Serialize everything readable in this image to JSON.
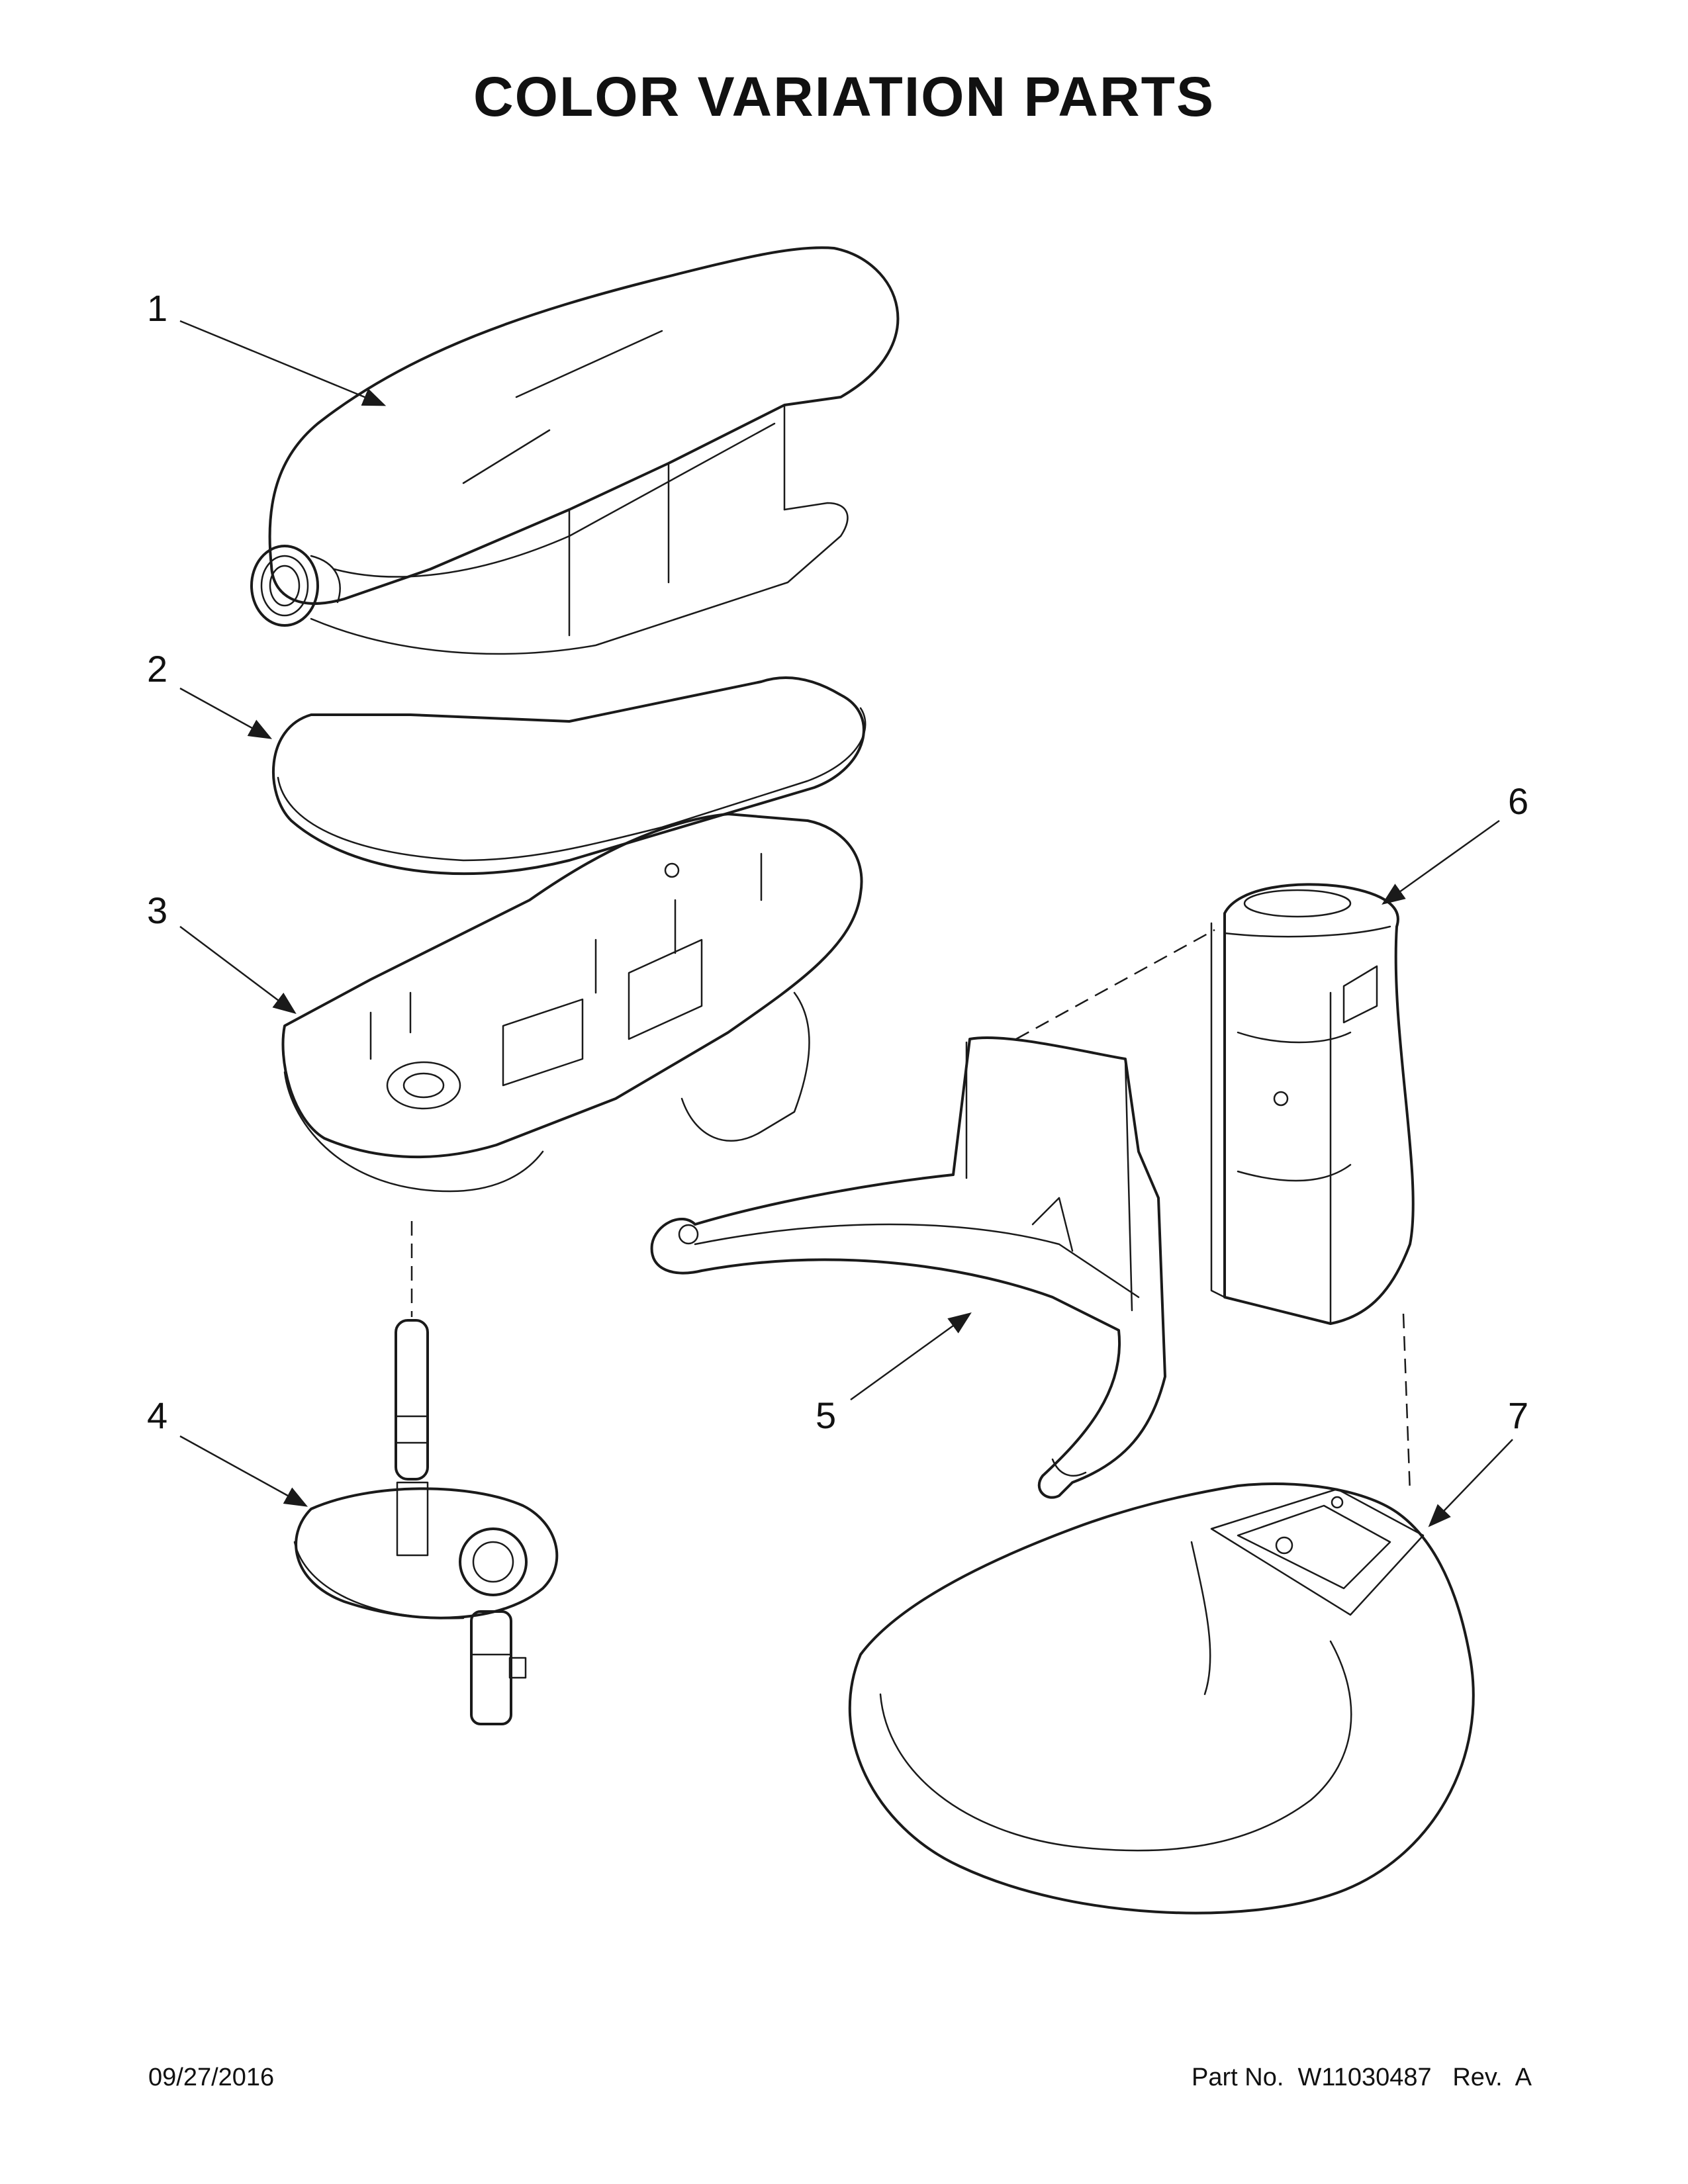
{
  "page": {
    "title": "COLOR VARIATION PARTS"
  },
  "callouts": [
    "1",
    "2",
    "3",
    "4",
    "5",
    "6",
    "7"
  ],
  "parts": [
    {
      "number": "1",
      "icon": "motor-housing-cover-icon"
    },
    {
      "number": "2",
      "icon": "housing-band-trim-icon"
    },
    {
      "number": "3",
      "icon": "gear-case-housing-icon"
    },
    {
      "number": "4",
      "icon": "planetary-gear-plate-icon"
    },
    {
      "number": "5",
      "icon": "bowl-clamping-arm-icon"
    },
    {
      "number": "6",
      "icon": "pedestal-column-icon"
    },
    {
      "number": "7",
      "icon": "mixer-base-icon"
    }
  ],
  "footer": {
    "date": "09/27/2016",
    "part_number": "Part No.  W11030487   Rev.  A"
  }
}
